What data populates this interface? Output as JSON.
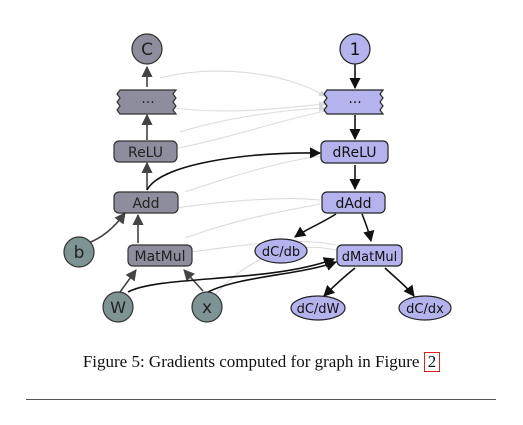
{
  "nodes": {
    "c": "C",
    "fwd_ellipsis": "···",
    "relu": "ReLU",
    "add": "Add",
    "b": "b",
    "matmul": "MatMul",
    "w": "W",
    "x": "x",
    "one": "1",
    "bwd_ellipsis": "···",
    "drelu": "dReLU",
    "dadd": "dAdd",
    "dcdb": "dC/db",
    "dmatmul": "dMatMul",
    "dcdw": "dC/dW",
    "dcdx": "dC/dx"
  },
  "caption": {
    "text": "Figure 5: Gradients computed for graph in Figure ",
    "ref": "2"
  },
  "colors": {
    "forward_fill": "#8e8d9e",
    "forward_leaf_fill": "#7e9494",
    "backward_fill": "#b5b3ee",
    "edge": "#111111",
    "faint_edge": "#d8d8d8",
    "reference_box": "#e0201c"
  }
}
